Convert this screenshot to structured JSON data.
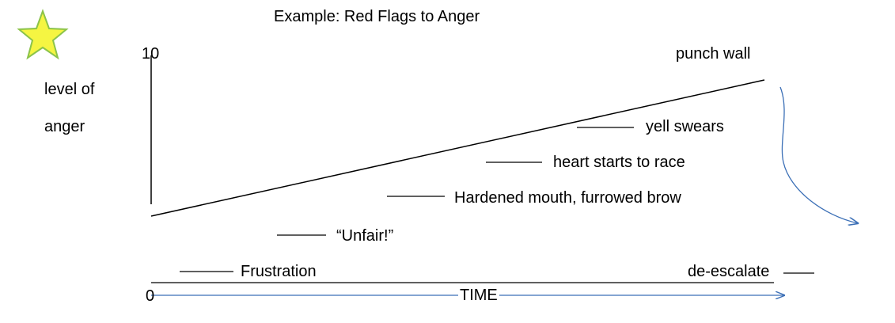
{
  "title": "Example: Red Flags to Anger",
  "y_axis": {
    "label_line1": "level of",
    "label_line2": "anger",
    "max_label": "10",
    "min_label": "0"
  },
  "x_axis": {
    "label": "TIME"
  },
  "steps": [
    {
      "label": "Frustration"
    },
    {
      "label": "“Unfair!”"
    },
    {
      "label": "Hardened mouth, furrowed brow"
    },
    {
      "label": "heart starts to race"
    },
    {
      "label": "yell swears"
    },
    {
      "label": "punch wall"
    }
  ],
  "de_escalate": "de-escalate",
  "colors": {
    "star_fill": "#f5f542",
    "star_stroke": "#8bc34a",
    "arrow": "#3b6fb6",
    "line": "#000000"
  }
}
